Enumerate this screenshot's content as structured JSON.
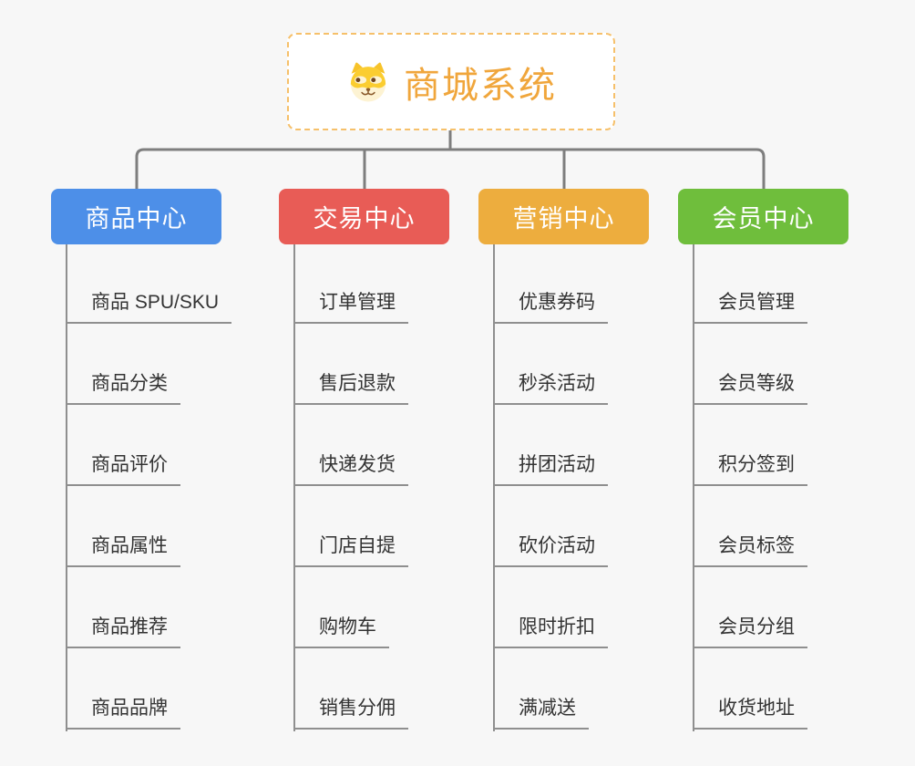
{
  "root": {
    "title": "商城系统",
    "icon": "dog-face-icon"
  },
  "theme": {
    "background": "#f7f7f7",
    "connector_color": "#7e7e7e",
    "leaf_line_color": "#8f8f8f",
    "root_border_color": "#f6c06a",
    "root_text_color": "#f0a63c",
    "leaf_text_color": "#333333"
  },
  "branches": [
    {
      "label": "商品中心",
      "color": "#4D8FE8",
      "items": [
        "商品 SPU/SKU",
        "商品分类",
        "商品评价",
        "商品属性",
        "商品推荐",
        "商品品牌"
      ]
    },
    {
      "label": "交易中心",
      "color": "#E85C56",
      "items": [
        "订单管理",
        "售后退款",
        "快递发货",
        "门店自提",
        "购物车",
        "销售分佣"
      ]
    },
    {
      "label": "营销中心",
      "color": "#EDAD3E",
      "items": [
        "优惠券码",
        "秒杀活动",
        "拼团活动",
        "砍价活动",
        "限时折扣",
        "满减送"
      ]
    },
    {
      "label": "会员中心",
      "color": "#6FBE3C",
      "items": [
        "会员管理",
        "会员等级",
        "积分签到",
        "会员标签",
        "会员分组",
        "收货地址"
      ]
    }
  ]
}
